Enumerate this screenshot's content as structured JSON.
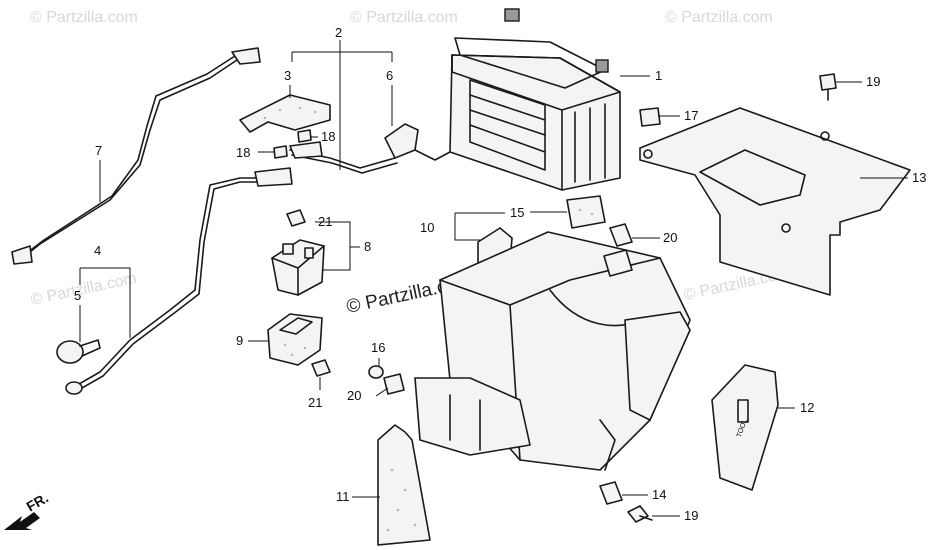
{
  "watermarks": {
    "text": "© Partzilla.com",
    "center": "© Partzilla.com"
  },
  "direction": {
    "label": "FR."
  },
  "callouts": [
    {
      "id": "c1",
      "label": "1"
    },
    {
      "id": "c2",
      "label": "2"
    },
    {
      "id": "c3",
      "label": "3"
    },
    {
      "id": "c4",
      "label": "4"
    },
    {
      "id": "c5",
      "label": "5"
    },
    {
      "id": "c6",
      "label": "6"
    },
    {
      "id": "c7",
      "label": "7"
    },
    {
      "id": "c8",
      "label": "8"
    },
    {
      "id": "c9",
      "label": "9"
    },
    {
      "id": "c10",
      "label": "10"
    },
    {
      "id": "c11",
      "label": "11"
    },
    {
      "id": "c12",
      "label": "12"
    },
    {
      "id": "c13",
      "label": "13"
    },
    {
      "id": "c14",
      "label": "14"
    },
    {
      "id": "c15",
      "label": "15"
    },
    {
      "id": "c16",
      "label": "16"
    },
    {
      "id": "c17",
      "label": "17"
    },
    {
      "id": "c18a",
      "label": "18"
    },
    {
      "id": "c18b",
      "label": "18"
    },
    {
      "id": "c19a",
      "label": "19"
    },
    {
      "id": "c19b",
      "label": "19"
    },
    {
      "id": "c20a",
      "label": "20"
    },
    {
      "id": "c20b",
      "label": "20"
    },
    {
      "id": "c21a",
      "label": "21"
    },
    {
      "id": "c21b",
      "label": "21"
    }
  ],
  "battery_marking": "TOOL",
  "colors": {
    "line": "#1a1a1a",
    "watermark": "#d8d8d8",
    "background": "#ffffff"
  }
}
